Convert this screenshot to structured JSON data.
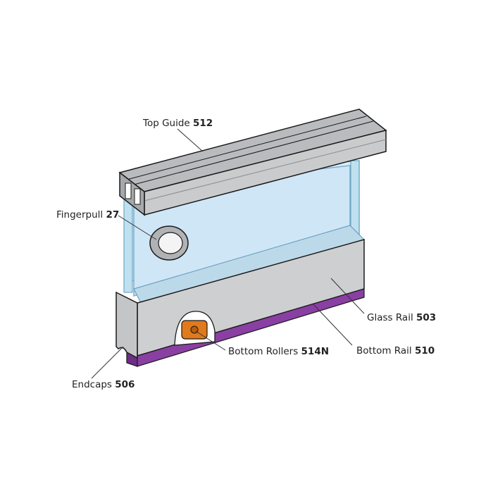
{
  "labels": [
    {
      "id": "top-guide",
      "name": "Top Guide",
      "code": "512"
    },
    {
      "id": "fingerpull",
      "name": "Fingerpull",
      "code": "27"
    },
    {
      "id": "glass-rail",
      "name": "Glass Rail",
      "code": "503"
    },
    {
      "id": "bottom-rail",
      "name": "Bottom Rail",
      "code": "510"
    },
    {
      "id": "bottom-rollers",
      "name": "Bottom Rollers",
      "code": "514N"
    },
    {
      "id": "endcaps",
      "name": "Endcaps",
      "code": "506"
    }
  ],
  "colors": {
    "glass": "#d6ecfa",
    "glass_edge": "#8ab6cf",
    "aluminum": "#c9cbcd",
    "aluminum_dark": "#9a9c9e",
    "rail_purple": "#8a3fa3",
    "roller_orange": "#e07a1c",
    "outline": "#1a1a1a"
  }
}
